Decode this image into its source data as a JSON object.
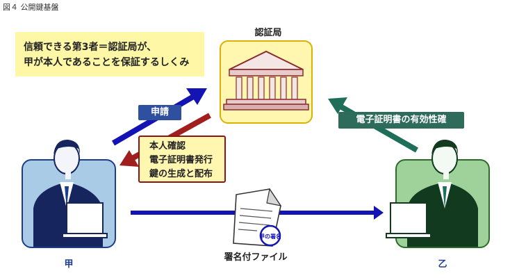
{
  "caption": "図４ 公開鍵基盤",
  "note": {
    "line1": "信頼できる第3者＝認証局が、",
    "line2": "甲が本人であることを保証するしくみ"
  },
  "ca": {
    "title": "認証局"
  },
  "apply_label": "申請",
  "issue": {
    "line1": "本人確認",
    "line2": "電子証明書発行",
    "line3": "鍵の生成と配布"
  },
  "verify_label": "電子証明書の有効性確",
  "parties": {
    "kou": "甲",
    "otsu": "乙"
  },
  "file": {
    "label": "署名付ファイル"
  },
  "stamp": {
    "text": "甲の署名"
  },
  "colors": {
    "blue_arrow": "#1414b4",
    "red_arrow": "#a01e1e",
    "green_arrow": "#1e6e5a",
    "note_bg": "#fdf7a6",
    "kou_bg": "#a9cbe6",
    "otsu_bg": "#9fd19a"
  }
}
